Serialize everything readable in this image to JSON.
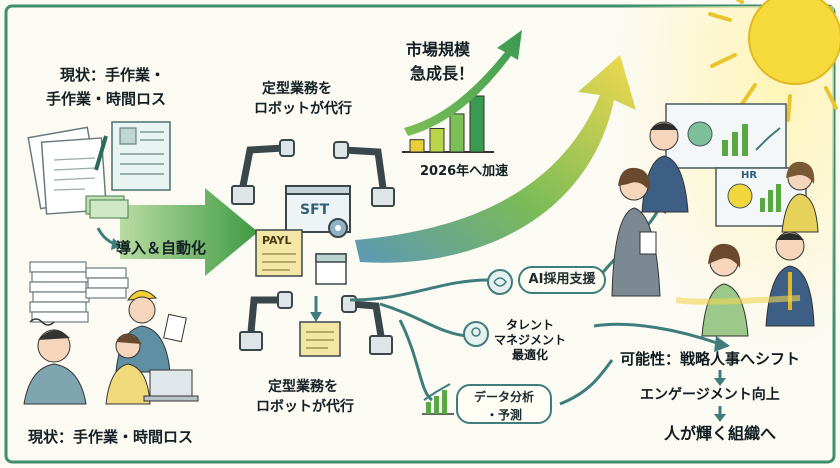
{
  "left": {
    "top_label_line1": "現状：手作業・",
    "top_label_line2": "手作業・時間ロス",
    "bottom_label": "現状：手作業・時間ロス"
  },
  "center": {
    "arrow_label": "導入＆自動化",
    "robot_top_line1": "定型業務を",
    "robot_top_line2": "ロボットが代行",
    "robot_bottom_line1": "定型業務を",
    "robot_bottom_line2": "ロボットが代行",
    "screen_text": "SFT",
    "doc_text": "PAYL"
  },
  "market": {
    "title_line1": "市場規模",
    "title_line2": "急成長！",
    "caption": "2026年へ加速",
    "bars": [
      0.22,
      0.42,
      0.68,
      1.0
    ]
  },
  "branches": {
    "ai_recruit": "AI採用支援",
    "talent_line1": "タレント",
    "talent_line2": "マネジメント",
    "talent_line3": "最適化",
    "data_line1": "データ分析",
    "data_line2": "・予測"
  },
  "outcome": {
    "possibility": "可能性：戦略人事へシフト",
    "engagement": "エンゲージメント向上",
    "shine": "人が輝く組織へ",
    "hr_text": "HR"
  },
  "colors": {
    "frame": "#3f8f6e",
    "arrow_green": "#5aa844",
    "arrow_yellow": "#e8cf3a",
    "teal": "#3e7d7a",
    "sun": "#f6d93a"
  }
}
